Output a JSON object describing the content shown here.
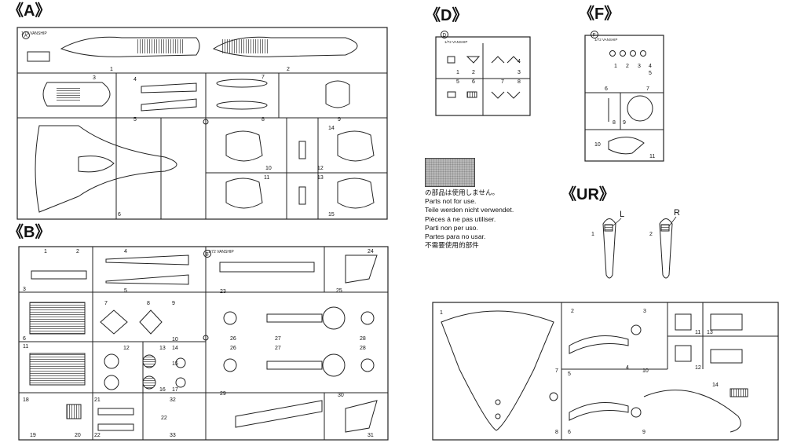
{
  "sheets": {
    "A": {
      "title": "《A》",
      "tag": "A",
      "part_code": "1/72 VANSHIP",
      "numbers": [
        "1",
        "2",
        "3",
        "4",
        "5",
        "6",
        "7",
        "8",
        "9",
        "10",
        "11",
        "12",
        "13",
        "14",
        "15"
      ]
    },
    "B": {
      "title": "《B》",
      "tag": "B",
      "part_code": "1/72 VANSHIP",
      "numbers": [
        "1",
        "2",
        "3",
        "4",
        "5",
        "6",
        "7",
        "8",
        "9",
        "10",
        "11",
        "12",
        "13",
        "14",
        "15",
        "16",
        "17",
        "18",
        "19",
        "20",
        "21",
        "22",
        "23",
        "24",
        "25",
        "26",
        "27",
        "28",
        "29",
        "30",
        "31",
        "32",
        "33"
      ]
    },
    "D": {
      "title": "《D》",
      "tag": "D",
      "part_code": "1/72 VANSHIP",
      "numbers": [
        "1",
        "2",
        "3",
        "4",
        "5",
        "6",
        "7",
        "8"
      ]
    },
    "F": {
      "title": "《F》",
      "tag": "F",
      "part_code": "1/72 VANSHIP",
      "numbers": [
        "1",
        "2",
        "3",
        "4",
        "5",
        "6",
        "7",
        "8",
        "9",
        "10",
        "11"
      ]
    },
    "UR": {
      "title": "《UR》",
      "numbers": [
        "1",
        "2"
      ],
      "label_left": "L",
      "label_right": "R"
    },
    "G": {
      "numbers": [
        "1",
        "2",
        "3",
        "4",
        "5",
        "6",
        "7",
        "8",
        "9",
        "10",
        "11",
        "12",
        "13",
        "14"
      ]
    }
  },
  "legend": {
    "lines": [
      "の部品は使用しません。",
      "Parts not for use.",
      "Teile werden nicht verwendet.",
      "Pièces á ne pas utiliser.",
      "Parti non per uso.",
      "Partes para no usar.",
      "不需要使用的部件"
    ]
  }
}
